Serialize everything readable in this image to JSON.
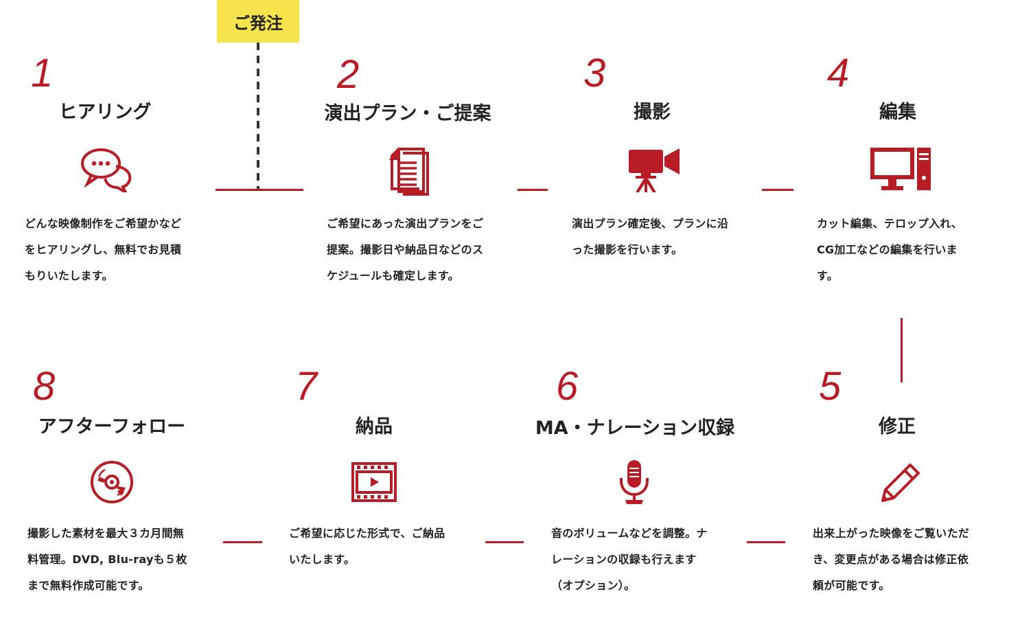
{
  "accent_color": "#b81c24",
  "badge_color": "#f7e34b",
  "order_badge": "ご発注",
  "steps": [
    {
      "number": "1",
      "title": "ヒアリング",
      "icon": "speech-bubbles-icon",
      "desc": "どんな映像制作をご希望かなど\nをヒアリングし、無料でお見積\nもりいたします。"
    },
    {
      "number": "2",
      "title": "演出プラン・ご提案",
      "icon": "documents-icon",
      "desc": "ご希望にあった演出プランをご\n提案。撮影日や納品日などのス\nケジュールも確定します。"
    },
    {
      "number": "3",
      "title": "撮影",
      "icon": "video-camera-icon",
      "desc": "演出プラン確定後、プランに沿\nった撮影を行います。"
    },
    {
      "number": "4",
      "title": "編集",
      "icon": "desktop-computer-icon",
      "desc": "カット編集、テロップ入れ、\nCG加工などの編集を行いま\nす。"
    },
    {
      "number": "5",
      "title": "修正",
      "icon": "pencil-icon",
      "desc": "出来上がった映像をご覧いただ\nき、変更点がある場合は修正依\n頼が可能です。"
    },
    {
      "number": "6",
      "title": "MA・ナレーション収録",
      "icon": "microphone-icon",
      "desc": "音のボリュームなどを調整。ナ\nレーションの収録も行えます\n（オプション）。"
    },
    {
      "number": "7",
      "title": "納品",
      "icon": "film-play-icon",
      "desc": "ご希望に応じた形式で、ご納品\nいたします。"
    },
    {
      "number": "8",
      "title": "アフターフォロー",
      "icon": "disc-icon",
      "desc": "撮影した素材を最大３カ月間無\n料管理。DVD, Blu-rayも５枚\nまで無料作成可能です。"
    }
  ]
}
